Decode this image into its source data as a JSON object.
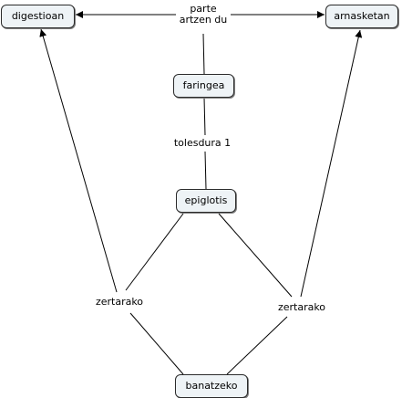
{
  "concept_map": {
    "nodes": {
      "digestioan": "digestioan",
      "arnasketan": "arnasketan",
      "faringea": "faringea",
      "epiglotis": "epiglotis",
      "banatzeko": "banatzeko"
    },
    "links": {
      "parte_artzen_du": [
        "parte",
        "artzen du"
      ],
      "tolesdura_1": "tolesdura 1",
      "zertarako_left": "zertarako",
      "zertarako_right": "zertarako"
    }
  },
  "colors": {
    "node_fill": "#eef3f6",
    "node_border": "#2b2b2b",
    "line": "#000000"
  }
}
